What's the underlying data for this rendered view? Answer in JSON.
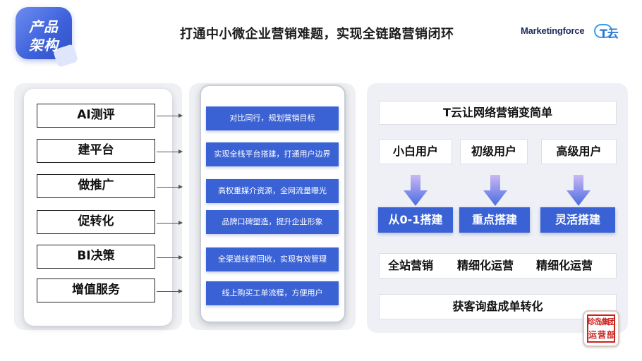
{
  "header": {
    "badge_line1": "产品",
    "badge_line2": "架构",
    "title": "打通中小微企业营销难题，实现全链路营销闭环",
    "logo_marketingforce": "Marketingforce",
    "logo_tyun": "T云"
  },
  "modules": [
    {
      "label": "AI测评"
    },
    {
      "label": "建平台"
    },
    {
      "label": "做推广"
    },
    {
      "label": "促转化"
    },
    {
      "label": "BI决策"
    },
    {
      "label": "增值服务"
    }
  ],
  "features": [
    {
      "label": "对比同行，规划营销目标"
    },
    {
      "label": "实现全栈平台搭建，打通用户边界"
    },
    {
      "label": "高权重媒介资源，全网流量曝光"
    },
    {
      "label": "品牌口碑塑造，提升企业形象"
    },
    {
      "label": "全渠道线索回收，实现有效管理"
    },
    {
      "label": "线上购买工单流程，方便用户"
    }
  ],
  "right_panel": {
    "title": "T云让网络营销变简单",
    "users": [
      {
        "label": "小白用户"
      },
      {
        "label": "初级用户"
      },
      {
        "label": "高级用户"
      }
    ],
    "builds": [
      {
        "label": "从0-1搭建"
      },
      {
        "label": "重点搭建"
      },
      {
        "label": "灵活搭建"
      }
    ],
    "operations": [
      "全站营销",
      "精细化运营",
      "精细化运营"
    ],
    "conversion": "获客询盘成单转化"
  },
  "seal": {
    "chars": [
      "珍",
      "岛",
      "集",
      "团",
      "运",
      "营",
      "部"
    ]
  },
  "colors": {
    "accent_blue": "#3a62d4",
    "badge_blue": "#4a6be0",
    "arrow_gradient_top": "#c9b8f5",
    "arrow_gradient_bottom": "#4a6de0",
    "seal_red": "#c9231d"
  }
}
